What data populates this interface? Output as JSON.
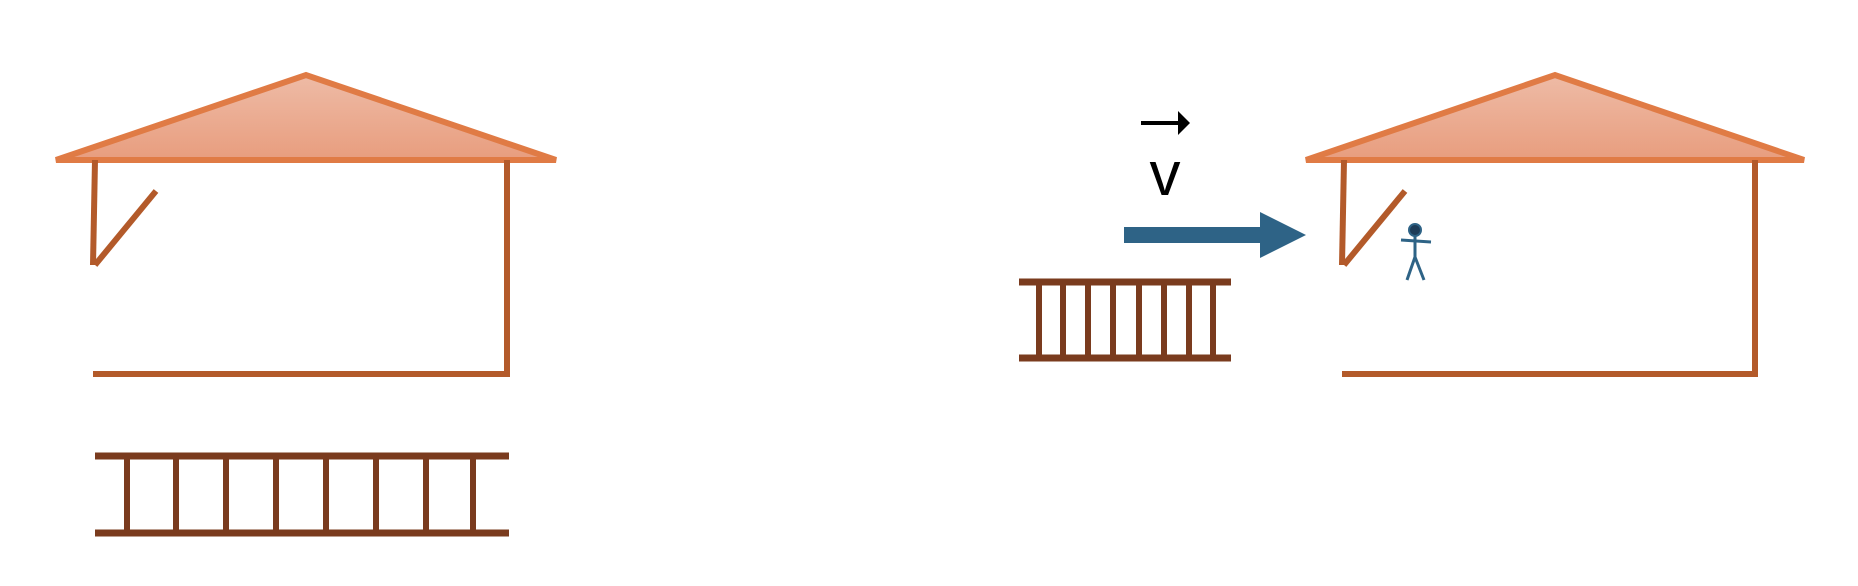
{
  "colors": {
    "house_wall": "#b35a2a",
    "roof_outline": "#e07b45",
    "roof_fill_top": "#eab39c",
    "roof_fill_bottom": "#e8a182",
    "ladder": "#7a3b1e",
    "velocity_arrow": "#2e6386",
    "stick_figure": "#2e6386",
    "label": "#000000"
  },
  "icons": {
    "roof": "triangle-roof",
    "ladder": "ladder-icon",
    "person": "stick-figure-icon",
    "velocity": "arrow-right-icon"
  },
  "scenes": {
    "left": {
      "ladder_rungs": 8
    },
    "right": {
      "ladder_rungs": 8
    }
  },
  "velocity": {
    "symbol": "v"
  }
}
